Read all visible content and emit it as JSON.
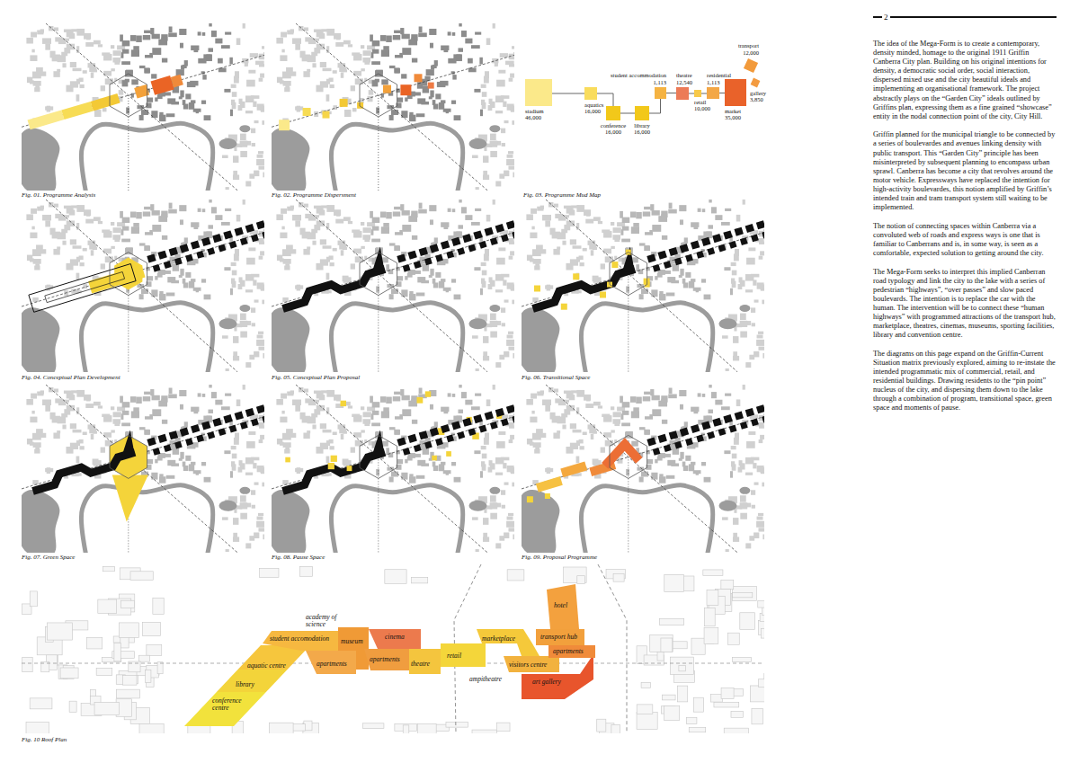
{
  "diagram": {
    "nodes": [
      {
        "text": [
          "stadium",
          "46,000"
        ]
      },
      {
        "text": [
          "aquatics",
          "16,000"
        ]
      },
      {
        "text": [
          "conference",
          "16,000"
        ]
      },
      {
        "text": [
          "library",
          "16,000"
        ]
      },
      {
        "text": [
          "student accommodation",
          "1,113"
        ]
      },
      {
        "text": [
          "theatre",
          "12,540"
        ]
      },
      {
        "text": [
          "retail",
          "10,000"
        ]
      },
      {
        "text": [
          "residential",
          "1,113"
        ]
      },
      {
        "text": [
          "market",
          "35,000"
        ]
      },
      {
        "text": [
          "transport",
          "12,000"
        ]
      },
      {
        "text": [
          "gallery",
          "3,850"
        ]
      }
    ],
    "edges": [
      {
        "from": 0,
        "to": 1,
        "arrow": "none"
      },
      {
        "from": 1,
        "to": 2,
        "arrow": "none"
      },
      {
        "from": 2,
        "to": 3,
        "arrow": "none"
      },
      {
        "from": 3,
        "to": 4,
        "arrow": "none"
      },
      {
        "from": 4,
        "to": 5,
        "arrow": "none"
      },
      {
        "from": 5,
        "to": 6,
        "arrow": "none"
      },
      {
        "from": 6,
        "to": 7,
        "arrow": "none"
      },
      {
        "from": 7,
        "to": 8,
        "arrow": "none"
      }
    ],
    "labels": [
      "2",
      "The idea of the Mega-Form is to create a contemporary, density minded, homage to the original 1911 Griffin Canberra City plan. Building on his original intentions for density, a democratic social order, social interaction, dispersed mixed use and the city beautiful ideals and implementing an organisational framework. The project abstractly plays on the “Garden City” ideals outlined by Griffins plan, expressing them as a fine grained “showcase” entity in the nodal connection point of the city, City Hill.",
      "Griffin planned for the municipal triangle to be connected by a series of boulevardes and avenues linking density with public transport. This “Garden City” principle has been misinterpreted by subsequent planning to encompass urban sprawl. Canberra has become a city that revolves around the motor vehicle. Expressways have replaced the intention for high-activity boulevardes, this notion amplified by Griffin’s intended train and tram transport system still waiting to be implemented.",
      "The notion of connecting spaces within Canberra via a convoluted web of roads and express ways is one that is familiar to Canberrans and is, in some way, is seen as a comfortable, expected solution to getting around the city.",
      "The Mega-Form seeks to interpret this implied Canberran road typology and link the city to the lake with a series of pedestrian “highways”, “over passes” and slow paced boulevards. The intention is to replace the car with the human. The intervention will be to connect these “human highways” with programmed attractions of the transport hub, marketplace, theatres, cinemas, museums, sporting facilities, library and convention centre.",
      "The diagrams on this page expand on the Griffin-Current Situation matrix previously explored, aiming to re-instate the intended programmatic mix of commercial, retail, and residential buildings. Drawing residents to the “pin point” nucleus of the city, and dispersing them down to the lake through a combination of program, transitional space, green space and moments of pause.",
      "Fig. 01. Programme Analysis",
      "Fig. 02. Programme Dispersment",
      "Fig. 03. Programme Mud Map",
      "Fig. 04. Conceptual Plan Development",
      "Fig. 05. Conceptual Plan Proposal",
      "Fig. 06. Transitional Space",
      "Fig. 07. Green Space",
      "Fig. 08. Pause Space",
      "Fig. 09. Proposal Programme",
      "Fig. 10 Roof Plan",
      "academy of science",
      "hotel",
      "student accomodation",
      "museum",
      "cinema",
      "marketplace",
      "transport hub",
      "apartments",
      "aquatic centre",
      "apartments",
      "apartments",
      "theatre",
      "retail",
      "visitors centre",
      "library",
      "ampitheatre",
      "art gallery",
      "conference centre"
    ]
  }
}
